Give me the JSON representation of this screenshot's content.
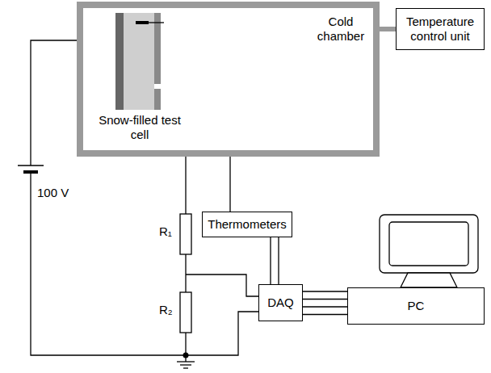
{
  "diagram": {
    "nodes": [
      {
        "text": [
          "Cold chamber"
        ]
      },
      {
        "text": [
          "Snow-filled test cell"
        ],
        "in": 0
      },
      {
        "text": [
          "Temperature control unit"
        ]
      },
      {
        "text": [
          "Thermometers"
        ]
      },
      {
        "text": [
          "DAQ"
        ]
      },
      {
        "text": [
          "PC"
        ]
      }
    ],
    "edges": [
      {
        "from": 0,
        "to": 2,
        "arrow": "none"
      },
      {
        "from": 1,
        "to": 3,
        "arrow": "none"
      },
      {
        "from": 3,
        "to": 4,
        "arrow": "none"
      },
      {
        "from": 4,
        "to": 5,
        "arrow": "none"
      }
    ],
    "labels": [
      "100 V",
      "R₁",
      "R₂"
    ]
  }
}
